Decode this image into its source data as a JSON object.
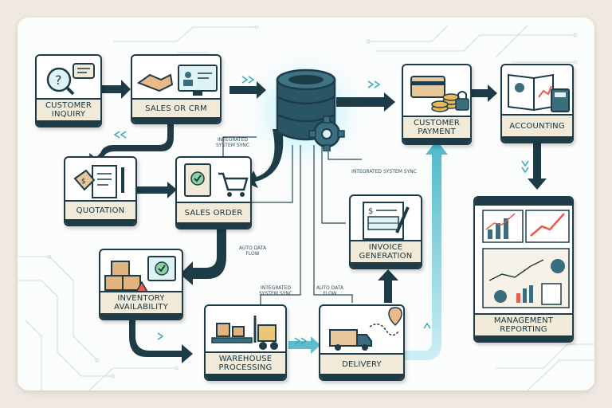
{
  "nodes": {
    "customer_inquiry": "Customer Inquiry",
    "sales_crm": "Sales or CRM",
    "quotation": "Quotation",
    "sales_order": "Sales Order",
    "inventory": "Inventory Availability",
    "warehouse": "Warehouse Processing",
    "delivery": "Delivery",
    "invoice": "Invoice Generation",
    "payment": "Customer Payment",
    "accounting": "Accounting",
    "reporting": "Management Reporting"
  },
  "annotations": {
    "sync_1": "Integrated System Sync",
    "sync_2": "Integrated System Sync",
    "sync_3": "Integrated System Sync",
    "flow_1": "Auto Data Flow",
    "flow_2": "Auto Data Flow"
  },
  "colors": {
    "navy": "#1e3c48",
    "teal": "#2fa4b8",
    "glow": "#7fe0f0",
    "label_band": "#f1ead8"
  }
}
